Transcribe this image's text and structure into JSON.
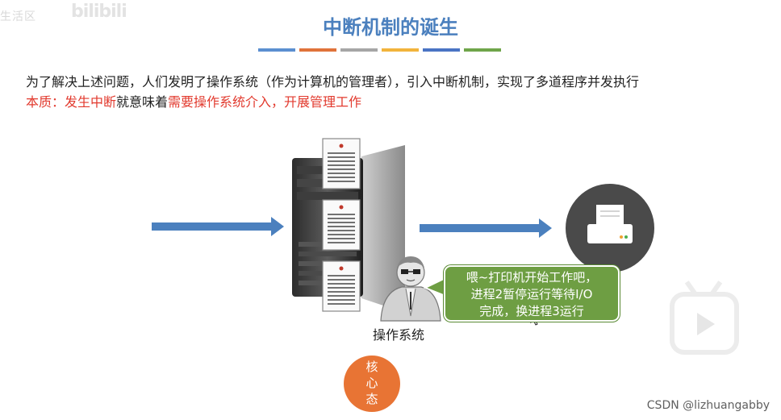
{
  "watermark_top": {
    "text": "生活区",
    "logo": "bilibili"
  },
  "slide": {
    "title": "中断机制的诞生",
    "color_bars": [
      "#5b8fd0",
      "#e0733a",
      "#a6a6a6",
      "#f2b43c",
      "#4a74c4",
      "#6fa54a"
    ],
    "line1": "为了解决上述问题，人们发明了操作系统（作为计算机的管理者），引入中断机制，实现了多道程序并发执行",
    "line2": {
      "part1": "本质：发生中断",
      "part2": "就意味着",
      "part3": "需要操作系统介入，开展管理工作"
    },
    "os_label": "操作系统",
    "bubble": {
      "line1": "喂~打印机开始工作吧，",
      "line2": "进程2暂停运行等待I/O",
      "line3": "完成，换进程3运行"
    },
    "kernel_label": [
      "核",
      "心",
      "态"
    ],
    "colors": {
      "title": "#4b80be",
      "red": "#e23a2e",
      "bubble": "#6e9e43",
      "kernel": "#e87434",
      "arrow": "#4b80be",
      "printer_bg": "#4a4a4a"
    }
  },
  "watermark": {
    "text": "CSDN @lizhuangabby"
  },
  "video_overlay": {
    "icon": "play-icon"
  }
}
